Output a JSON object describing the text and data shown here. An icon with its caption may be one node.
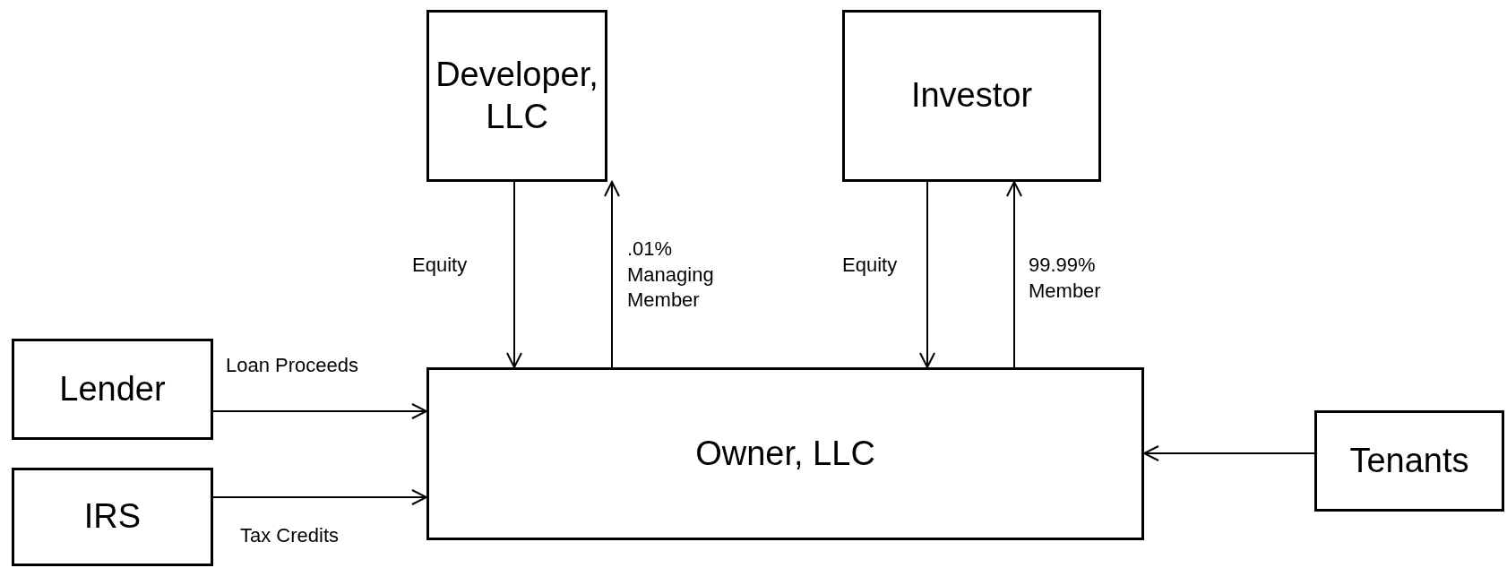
{
  "diagram": {
    "nodes": [
      {
        "text": [
          "Developer, LLC"
        ]
      },
      {
        "text": [
          "Investor"
        ]
      },
      {
        "text": [
          "Lender"
        ]
      },
      {
        "text": [
          "IRS"
        ]
      },
      {
        "text": [
          "Owner, LLC"
        ]
      },
      {
        "text": [
          "Tenants"
        ]
      }
    ],
    "edges": [
      {
        "from": 0,
        "to": 4,
        "arrow": "to",
        "label": "Equity"
      },
      {
        "from": 4,
        "to": 0,
        "arrow": "to",
        "label": ".01% Managing Member"
      },
      {
        "from": 1,
        "to": 4,
        "arrow": "to",
        "label": "Equity"
      },
      {
        "from": 4,
        "to": 1,
        "arrow": "to",
        "label": "99.99% Member"
      },
      {
        "from": 2,
        "to": 4,
        "arrow": "to",
        "label": "Loan Proceeds"
      },
      {
        "from": 3,
        "to": 4,
        "arrow": "to",
        "label": "Tax Credits"
      },
      {
        "from": 5,
        "to": 4,
        "arrow": "to"
      }
    ]
  }
}
